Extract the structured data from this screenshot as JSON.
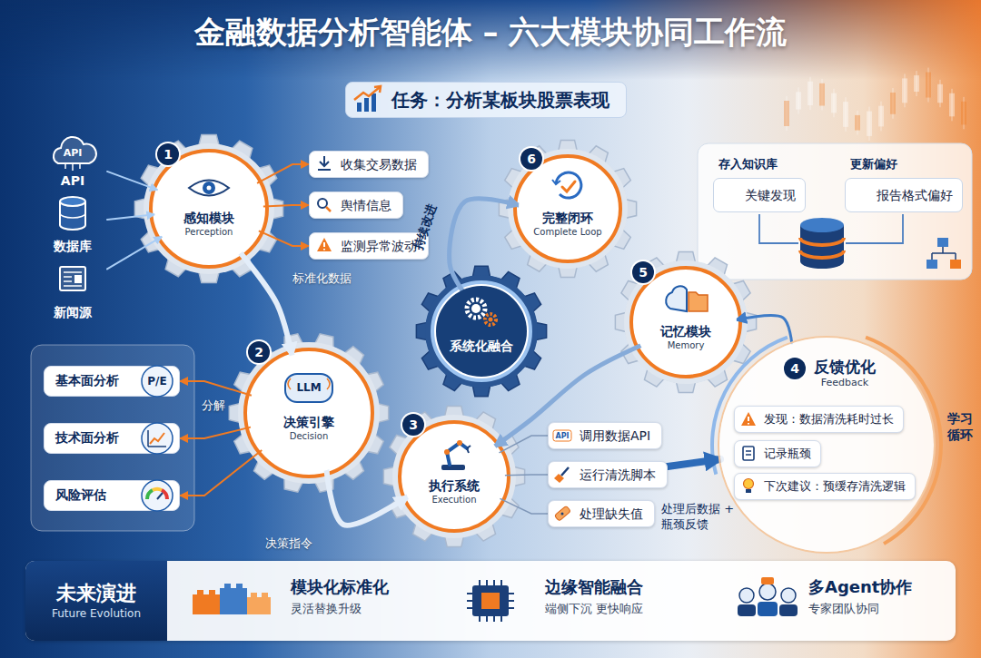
{
  "diagram": {
    "title": "金融数据分析智能体 – 六大模块协同工作流",
    "nodes": [
      {
        "text": [
          "任务：分析某板块股票表现"
        ]
      },
      {
        "text": [
          "API"
        ]
      },
      {
        "text": [
          "数据库"
        ]
      },
      {
        "text": [
          "新闻源"
        ]
      },
      {
        "text": [
          "感知模块",
          "Perception"
        ]
      },
      {
        "text": [
          "收集交易数据"
        ]
      },
      {
        "text": [
          "舆情信息"
        ]
      },
      {
        "text": [
          "监测异常波动"
        ]
      },
      {
        "text": [
          "完整闭环",
          "Complete Loop"
        ]
      },
      {
        "text": [
          "系统化融合"
        ]
      },
      {
        "text": [
          "记忆模块",
          "Memory"
        ]
      },
      {
        "text": [
          "存入知识库",
          "关键发现"
        ]
      },
      {
        "text": [
          "更新偏好",
          "报告格式偏好"
        ]
      },
      {
        "text": [
          "决策引擎",
          "Decision"
        ]
      },
      {
        "text": [
          "基本面分析"
        ]
      },
      {
        "text": [
          "技术面分析"
        ]
      },
      {
        "text": [
          "风险评估"
        ]
      },
      {
        "text": [
          "执行系统",
          "Execution"
        ]
      },
      {
        "text": [
          "调用数据API"
        ]
      },
      {
        "text": [
          "运行清洗脚本"
        ]
      },
      {
        "text": [
          "处理缺失值"
        ]
      },
      {
        "text": [
          "反馈优化",
          "Feedback"
        ]
      },
      {
        "text": [
          "发现：数据清洗耗时过长"
        ],
        "in": 21
      },
      {
        "text": [
          "记录瓶颈"
        ],
        "in": 21
      },
      {
        "text": [
          "下次建议：预缓存清洗逻辑"
        ],
        "in": 21
      },
      {
        "text": [
          "未来演进",
          "Future Evolution"
        ]
      },
      {
        "text": [
          "模块化标准化",
          "灵活替换升级"
        ],
        "in": 25
      },
      {
        "text": [
          "边缘智能融合",
          "端侧下沉 更快响应"
        ],
        "in": 25
      },
      {
        "text": [
          "多Agent协作",
          "专家团队协同"
        ],
        "in": 25
      }
    ],
    "edges": [
      {
        "from": 1,
        "to": 4,
        "arrow": "to"
      },
      {
        "from": 2,
        "to": 4,
        "arrow": "to"
      },
      {
        "from": 3,
        "to": 4,
        "arrow": "to"
      },
      {
        "from": 4,
        "to": 5,
        "arrow": "to"
      },
      {
        "from": 4,
        "to": 6,
        "arrow": "to"
      },
      {
        "from": 4,
        "to": 7,
        "arrow": "to"
      },
      {
        "from": 4,
        "to": 13,
        "label": "标准化数据",
        "arrow": "to"
      },
      {
        "from": 13,
        "to": 14,
        "arrow": "to"
      },
      {
        "from": 13,
        "to": 15,
        "label": "分解",
        "arrow": "to"
      },
      {
        "from": 13,
        "to": 16,
        "arrow": "to"
      },
      {
        "from": 13,
        "to": 17,
        "label": "决策指令",
        "arrow": "to"
      },
      {
        "from": 17,
        "to": 18,
        "arrow": "none"
      },
      {
        "from": 17,
        "to": 19,
        "arrow": "none"
      },
      {
        "from": 17,
        "to": 20,
        "arrow": "none"
      },
      {
        "from": 19,
        "to": 21,
        "label": "处理后数据 + 瓶颈反馈",
        "arrow": "to"
      },
      {
        "from": 21,
        "to": 10,
        "arrow": "to"
      },
      {
        "from": 9,
        "to": 8,
        "label": "持续改进",
        "arrow": "to"
      },
      {
        "from": 10,
        "to": 17,
        "arrow": "to"
      }
    ],
    "labels": [
      "1",
      "2",
      "3",
      "4",
      "5",
      "6",
      "API",
      "P/E",
      "LLM",
      "API",
      "学习循环"
    ]
  }
}
